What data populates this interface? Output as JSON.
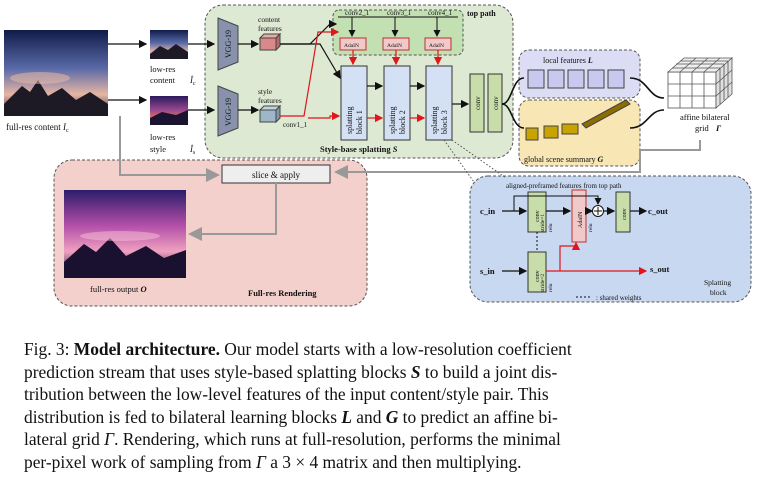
{
  "figure": {
    "top_path_label": "top path",
    "style_splatting_label": "Style-base splatting",
    "style_splatting_symbol": "S",
    "vgg_top": "VGG-19",
    "vgg_bottom": "VGG-19",
    "content_features": [
      "content",
      "features"
    ],
    "style_features": [
      "style",
      "features"
    ],
    "conv1_label": "conv1_1",
    "conv2_label": "conv2_1",
    "conv3_label": "conv3_1",
    "conv4_label": "conv4_1",
    "adain_label": "AdaIN",
    "splat_blocks": [
      "splatting",
      "block 1",
      "splatting",
      "block 2",
      "splatting",
      "block 3"
    ],
    "conv_label": "conv",
    "full_res_content": "full-res content",
    "full_res_content_symbol": "I",
    "full_res_content_sub": "c",
    "low_res_content": [
      "low-res",
      "content"
    ],
    "low_res_content_symbol": "Î",
    "low_res_content_sub": "c",
    "low_res_style": [
      "low-res",
      "style"
    ],
    "low_res_style_symbol": "Î",
    "low_res_style_sub": "s",
    "local_features": "local features",
    "local_features_symbol": "L",
    "global_summary": "global scene summary",
    "global_summary_symbol": "G",
    "affine_grid": [
      "affine bilateral",
      "grid"
    ],
    "affine_grid_symbol": "Γ",
    "slice_apply": "slice & apply",
    "full_res_output": "full-res output",
    "full_res_output_symbol": "O",
    "full_res_rendering": "Full-res Rendering",
    "aligned_label": "aligned-preframed features from top path",
    "c_in": "c_in",
    "c_out": "c_out",
    "s_in": "s_in",
    "s_out": "s_out",
    "conv_stride1": [
      "conv",
      "stride=1"
    ],
    "conv_stride2": [
      "conv",
      "stride=2"
    ],
    "adain_small": "AdaIN",
    "relu": "relu",
    "conv_small": "conv",
    "shared_weights": "shared weights",
    "splatting_block": [
      "Splatting",
      "block"
    ]
  },
  "caption": {
    "prefix": "Fig. 3:",
    "title": "Model architecture.",
    "line1a": " Our model starts with a low-resolution coefficient",
    "line2a": "prediction stream that uses style-based splatting blocks ",
    "sym_S": "S",
    "line2b": " to build a joint dis-",
    "line3": "tribution between the low-level features of the input content/style pair. This",
    "line4a": "distribution is fed to bilateral learning blocks ",
    "sym_L": "L",
    "line4b": " and ",
    "sym_G": "G",
    "line4c": " to predict an affine bi-",
    "line5a": "lateral grid ",
    "sym_Gamma": "Γ",
    "line5b": ". Rendering, which runs at full-resolution, performs the minimal",
    "line6a": "per-pixel work of sampling from ",
    "sym_Gamma2": "Γ",
    "line6b": " a 3 × 4 matrix and then multiplying."
  },
  "colors": {
    "green_panel": "#dde9d3",
    "red_panel": "#f3d0cc",
    "blue_panel": "#c9d8f1",
    "purple_panel": "#dcdcf4",
    "yellow_panel": "#f8e6b5",
    "block_blue": "#d4e1f5",
    "conv_green": "#c8deaa",
    "adain_pink": "#f2c9c9",
    "arrow_red": "#e0161b"
  }
}
